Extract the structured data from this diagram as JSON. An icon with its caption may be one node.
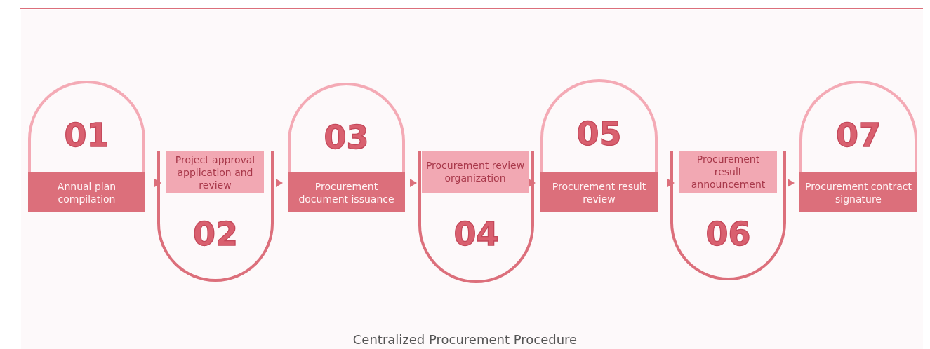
{
  "diagram": {
    "caption": "Centralized Procurement Procedure",
    "nodes": [
      {
        "text": [
          "01",
          "Annual plan compilation"
        ]
      },
      {
        "text": [
          "Project approval application and review",
          "02"
        ]
      },
      {
        "text": [
          "03",
          "Procurement document issuance"
        ]
      },
      {
        "text": [
          "Procurement review organization",
          "04"
        ]
      },
      {
        "text": [
          "05",
          "Procurement result review"
        ]
      },
      {
        "text": [
          "Procurement result announcement",
          "06"
        ]
      },
      {
        "text": [
          "07",
          "Procurement contract signature"
        ]
      }
    ],
    "edges": [
      {
        "from": 0,
        "to": 1,
        "arrow": "to"
      },
      {
        "from": 1,
        "to": 2,
        "arrow": "to"
      },
      {
        "from": 2,
        "to": 3,
        "arrow": "to"
      },
      {
        "from": 3,
        "to": 4,
        "arrow": "to"
      },
      {
        "from": 4,
        "to": 5,
        "arrow": "to"
      },
      {
        "from": 5,
        "to": 6,
        "arrow": "to"
      }
    ]
  }
}
